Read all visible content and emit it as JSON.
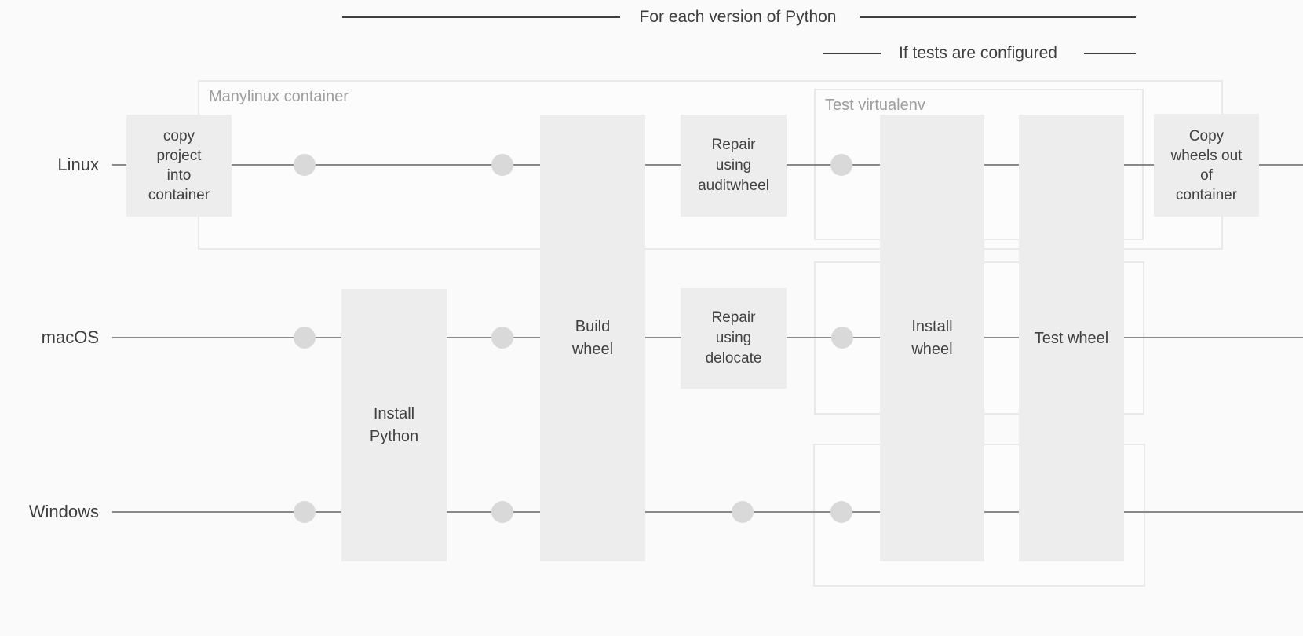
{
  "diagram": {
    "brackets": {
      "for_each_python": "For each version of Python",
      "if_tests": "If tests are configured"
    },
    "rows": [
      {
        "label": "Linux"
      },
      {
        "label": "macOS"
      },
      {
        "label": "Windows"
      }
    ],
    "containers": {
      "manylinux": "Manylinux container",
      "test_virtualenv": "Test virtualenv"
    },
    "boxes": {
      "copy_project": "copy\nproject\ninto\ncontainer",
      "install_python": "Install\nPython",
      "build_wheel": "Build\nwheel",
      "repair_auditwheel": "Repair\nusing\nauditwheel",
      "repair_delocate": "Repair\nusing\ndelocate",
      "install_wheel": "Install\nwheel",
      "test_wheel": "Test wheel",
      "copy_wheels_out": "Copy\nwheels out\nof\ncontainer"
    },
    "colors": {
      "background": "#fafafa",
      "box_fill": "#ededed",
      "lane_line": "#8a8a8a",
      "dot": "#d9d9d9",
      "container_border": "#e9e9e9",
      "container_fill": "#fcfcfc",
      "box_text": "#414141",
      "row_label_text": "#3f3f3f",
      "container_label_text": "#9e9e9e",
      "bracket": "#3e3e3e"
    }
  }
}
